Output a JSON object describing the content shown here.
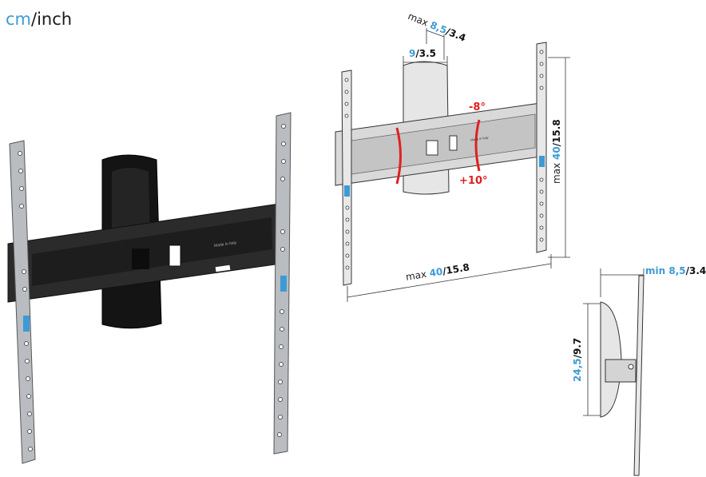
{
  "units": {
    "cm": "cm",
    "sep": "/",
    "inch": "inch"
  },
  "dimensions": {
    "depth_max": {
      "prefix": "max ",
      "metric": "8,5",
      "sep": "/",
      "imperial": "3.4"
    },
    "arm_width": {
      "metric": "9",
      "sep": "/",
      "imperial": "3.5"
    },
    "height_max": {
      "prefix": "max ",
      "metric": "40",
      "sep": "/",
      "imperial": "15.8"
    },
    "width_max": {
      "prefix": "max ",
      "metric": "40",
      "sep": "/",
      "imperial": "15.8"
    },
    "depth_min": {
      "prefix": "min ",
      "metric": "8,5",
      "sep": "/",
      "imperial": "3.4"
    },
    "side_height": {
      "metric": "24,5",
      "sep": "/",
      "imperial": "9.7"
    }
  },
  "tilt": {
    "up": "-8°",
    "down": "+10°"
  },
  "plate_text": "Made in Italy",
  "colors": {
    "accent": "#3c9bd6",
    "tilt": "#e02020",
    "metal": "#2a2a2a",
    "rail": "#b9bcc0"
  }
}
